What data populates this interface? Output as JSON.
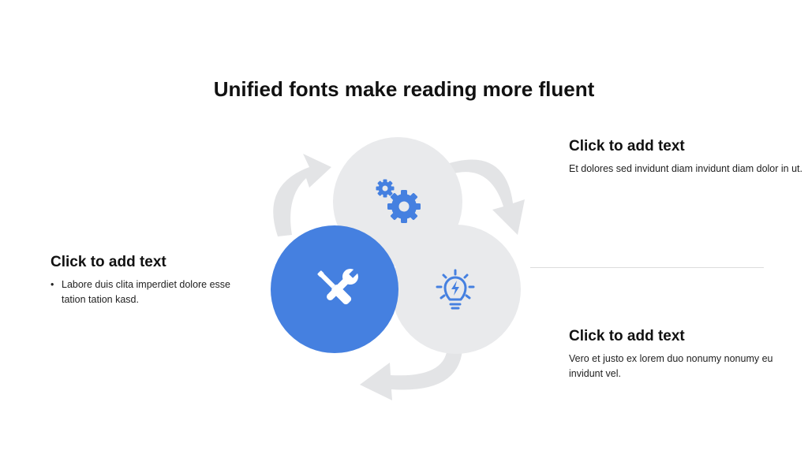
{
  "title": "Unified fonts make reading more fluent",
  "colors": {
    "accent": "#4580e0",
    "circle_gray": "#e9eaec",
    "arrow_gray": "#e3e4e6"
  },
  "diagram": {
    "nodes": [
      {
        "name": "gear",
        "icon": "gears-icon"
      },
      {
        "name": "tools",
        "icon": "wrench-screwdriver-icon"
      },
      {
        "name": "idea",
        "icon": "lightbulb-icon"
      }
    ]
  },
  "blocks": {
    "top_right": {
      "heading": "Click to add text",
      "bullet": "Et dolores sed invidunt diam invidunt diam dolor in ut."
    },
    "left": {
      "heading": "Click to add text",
      "bullet": "Labore duis clita imperdiet dolore esse tation tation kasd."
    },
    "bottom_right": {
      "heading": "Click to add text",
      "bullet": "Vero et justo ex lorem duo nonumy nonumy eu invidunt vel."
    }
  }
}
